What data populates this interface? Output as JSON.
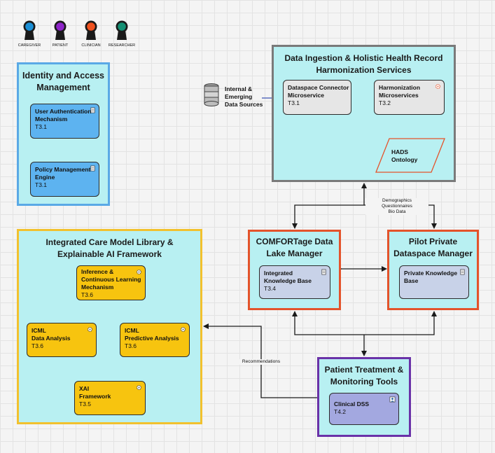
{
  "roles": [
    {
      "label": "CAREGIVER",
      "color": "#1b8fd6"
    },
    {
      "label": "PATIENT",
      "color": "#8e24c9"
    },
    {
      "label": "CLINICIAN",
      "color": "#f0521f"
    },
    {
      "label": "RESEARCHER",
      "color": "#138f73"
    }
  ],
  "iam": {
    "title_lines": [
      "Identity and Access",
      "Management"
    ],
    "components": [
      {
        "lines": [
          "User Authentication",
          "Mechanism",
          "T3.1"
        ]
      },
      {
        "lines": [
          "Policy Management",
          "Engine",
          "T3.1"
        ]
      }
    ]
  },
  "ingestion": {
    "title_lines": [
      "Data Ingestion & Holistic Health Record",
      "Harmonization Services"
    ],
    "connector": {
      "lines": [
        "Dataspace Connector",
        "Microservice",
        "T3.1"
      ]
    },
    "harmonization": {
      "lines": [
        "Harmonization",
        "Microservices",
        "T3.2"
      ]
    },
    "ontology": {
      "lines": [
        "HADS",
        "Ontology"
      ]
    }
  },
  "data_sources": {
    "lines": [
      "Internal &",
      "Emerging",
      "Data Sources"
    ]
  },
  "edge_labels": {
    "ingestion_link": [
      "Demographics",
      "Questionnaires",
      "Bio Data"
    ],
    "recommendations": "Recommendations"
  },
  "lake": {
    "title_lines": [
      "COMFORTage Data",
      "Lake Manager"
    ],
    "kb": {
      "lines": [
        "Integrated",
        "Knowledge Base",
        "T3.4"
      ]
    }
  },
  "pilot": {
    "title_lines": [
      "Pilot Private",
      "Dataspace Manager"
    ],
    "kb": {
      "lines": [
        "Private Knowledge",
        "Base"
      ]
    }
  },
  "icml": {
    "title_lines": [
      "Integrated Care Model Library &",
      "Explainable AI Framework"
    ],
    "inference": {
      "lines": [
        "Inference &",
        "Continuous Learning",
        "Mechanism",
        "T3.6"
      ]
    },
    "analysis": {
      "lines": [
        "ICML",
        "Data Analysis",
        "T3.6"
      ]
    },
    "predictive": {
      "lines": [
        "ICML",
        "Predictive Analysis",
        "T3.6"
      ]
    },
    "xai": {
      "lines": [
        "XAI",
        "Framework",
        "T3.5"
      ]
    }
  },
  "treatment": {
    "title_lines": [
      "Patient Treatment &",
      "Monitoring Tools"
    ],
    "dss": {
      "lines": [
        "Clinical DSS",
        "T4.2"
      ]
    }
  },
  "colors": {
    "panel": "#b8f0f2",
    "iam_border": "#5aa9e6",
    "ingestion_border": "#7a7a7a",
    "red_border": "#e4532b",
    "icml_border": "#f2c12e",
    "treatment_border": "#6a32a8",
    "blue_comp": "#5db3f0",
    "gray_comp": "#e6e6e6",
    "lavender_comp": "#c8d2e8",
    "yellow_comp": "#f7c40f",
    "purple_comp": "#a3a8e0",
    "arrow_blue": "#3c55b5",
    "arrow_black": "#1a1a1a",
    "arrow_red": "#e4532b"
  }
}
